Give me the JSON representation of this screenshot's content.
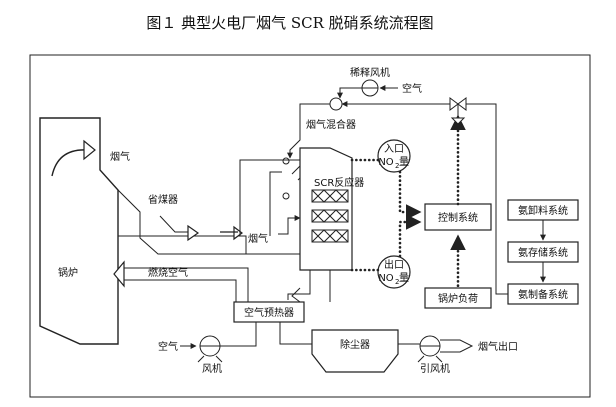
{
  "title": "图１ 典型火电厂烟气 SCR 脱硝系统流程图",
  "labels": {
    "dilution_fan": "稀释风机",
    "air_dilution": "空气",
    "flue_gas_mixer": "烟气混合器",
    "flue_gas_top": "烟气",
    "economizer": "省煤器",
    "flue_gas_mid": "烟气",
    "scr_reactor": "SCR反应器",
    "inlet_no2_line1": "入口",
    "inlet_no2_line2": "NO",
    "inlet_no2_sub": "2",
    "inlet_no2_line2b": " 量",
    "outlet_no2_line1": "出口",
    "outlet_no2_line2": "NO",
    "outlet_no2_sub": "2",
    "outlet_no2_line2b": " 量",
    "control_system": "控制系统",
    "boiler_load": "锅炉负荷",
    "ammonia_unload": "氨卸料系统",
    "ammonia_storage": "氨存储系统",
    "ammonia_prep": "氨制备系统",
    "boiler": "锅炉",
    "combustion_air": "燃烧空气",
    "air_preheater": "空气预热器",
    "dust_collector": "除尘器",
    "air_fan_in": "空气",
    "fan": "风机",
    "induced_fan": "引风机",
    "flue_gas_outlet": "烟气出口"
  }
}
